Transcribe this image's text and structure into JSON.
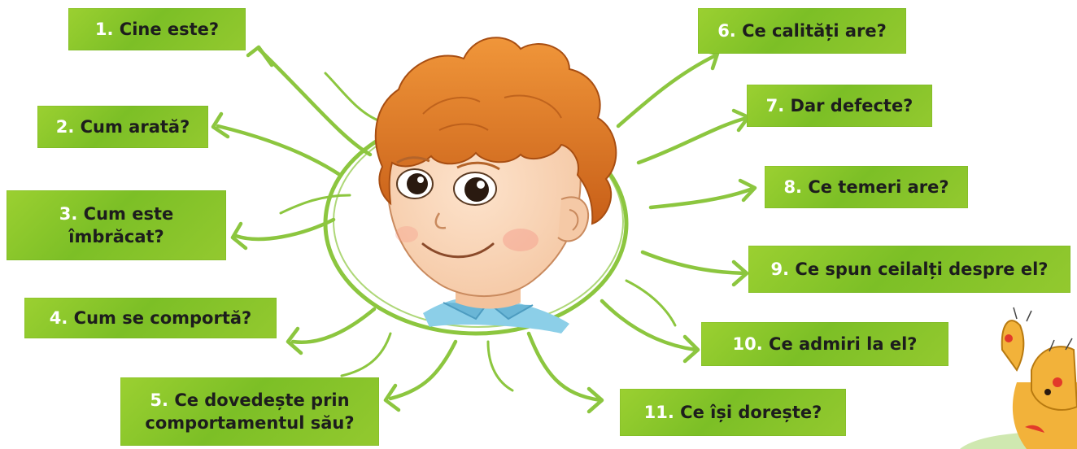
{
  "colors": {
    "box_green": "#8cc63f",
    "number_white": "#ffffff",
    "text_dark": "#1d1d1d",
    "connector_green": "#8cc63f",
    "hair_orange": "#e07a22"
  },
  "center_image": "boy-portrait",
  "corner_image": "cat-character",
  "questions": [
    {
      "num": "1.",
      "text": "Cine este?"
    },
    {
      "num": "2.",
      "text": "Cum arată?"
    },
    {
      "num": "3.",
      "text": "Cum este",
      "text2": "îmbrăcat?"
    },
    {
      "num": "4.",
      "text": "Cum se comportă?"
    },
    {
      "num": "5.",
      "text": "Ce dovedește prin",
      "text2": "comportamentul său?"
    },
    {
      "num": "6.",
      "text": "Ce calități are?"
    },
    {
      "num": "7.",
      "text": "Dar defecte?"
    },
    {
      "num": "8.",
      "text": "Ce temeri are?"
    },
    {
      "num": "9.",
      "text": "Ce spun ceilalți despre el?"
    },
    {
      "num": "10.",
      "text": "Ce admiri la el?"
    },
    {
      "num": "11.",
      "text": "Ce își dorește?"
    }
  ]
}
